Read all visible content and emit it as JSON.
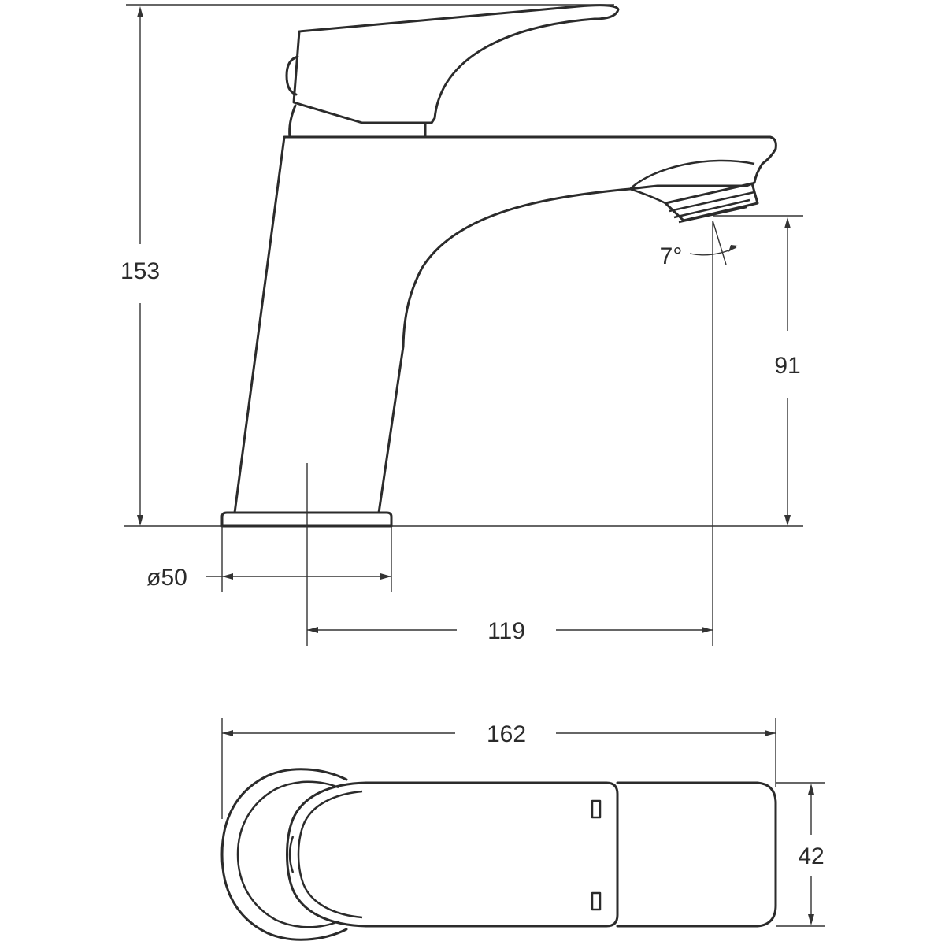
{
  "dimensions": {
    "height_total": "153",
    "spout_height": "91",
    "base_diameter": "ø50",
    "spout_reach": "119",
    "top_length": "162",
    "top_width": "42",
    "spout_angle": "7°"
  },
  "colors": {
    "line": "#2b2b2b",
    "background": "#ffffff"
  }
}
